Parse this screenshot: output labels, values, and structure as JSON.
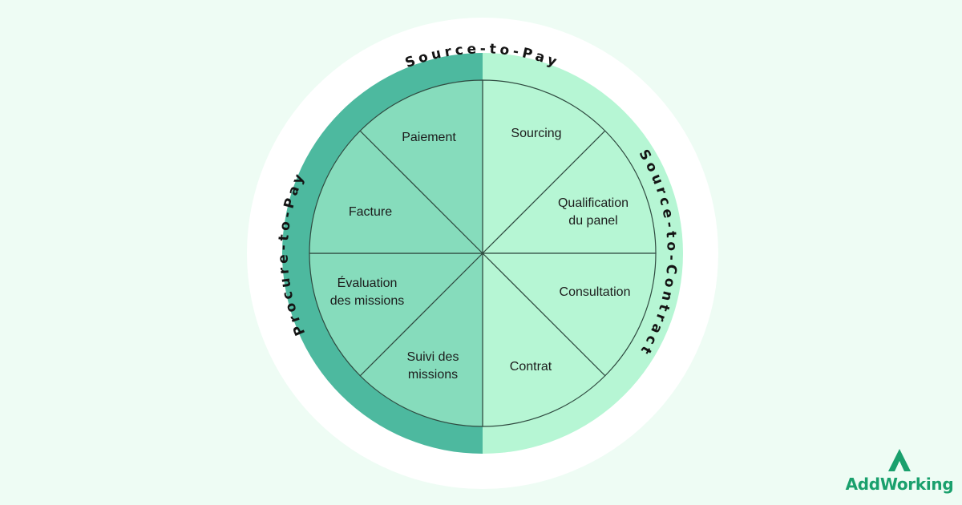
{
  "diagram": {
    "outer_label": "Source-to-Pay",
    "left_label": "Procure-to-Pay",
    "right_label": "Source-to-Contract",
    "segments": [
      {
        "lines": [
          "Sourcing"
        ]
      },
      {
        "lines": [
          "Qualification",
          "du panel"
        ]
      },
      {
        "lines": [
          "Consultation"
        ]
      },
      {
        "lines": [
          "Contrat"
        ]
      },
      {
        "lines": [
          "Suivi des",
          "missions"
        ]
      },
      {
        "lines": [
          "Évaluation",
          "des missions"
        ]
      },
      {
        "lines": [
          "Facture"
        ]
      },
      {
        "lines": [
          "Paiement"
        ]
      }
    ],
    "colors": {
      "background": "#eefcf4",
      "outer_ring": "#ffffff",
      "left_band": "#4db99f",
      "right_band": "#b6f6d4",
      "left_sectors": "#86dcbc",
      "right_sectors": "#b6f6d4",
      "lines": "#2f4a40"
    }
  },
  "logo": {
    "text": "AddWorking",
    "color": "#1aa06d",
    "icon": "addworking-a-icon"
  }
}
